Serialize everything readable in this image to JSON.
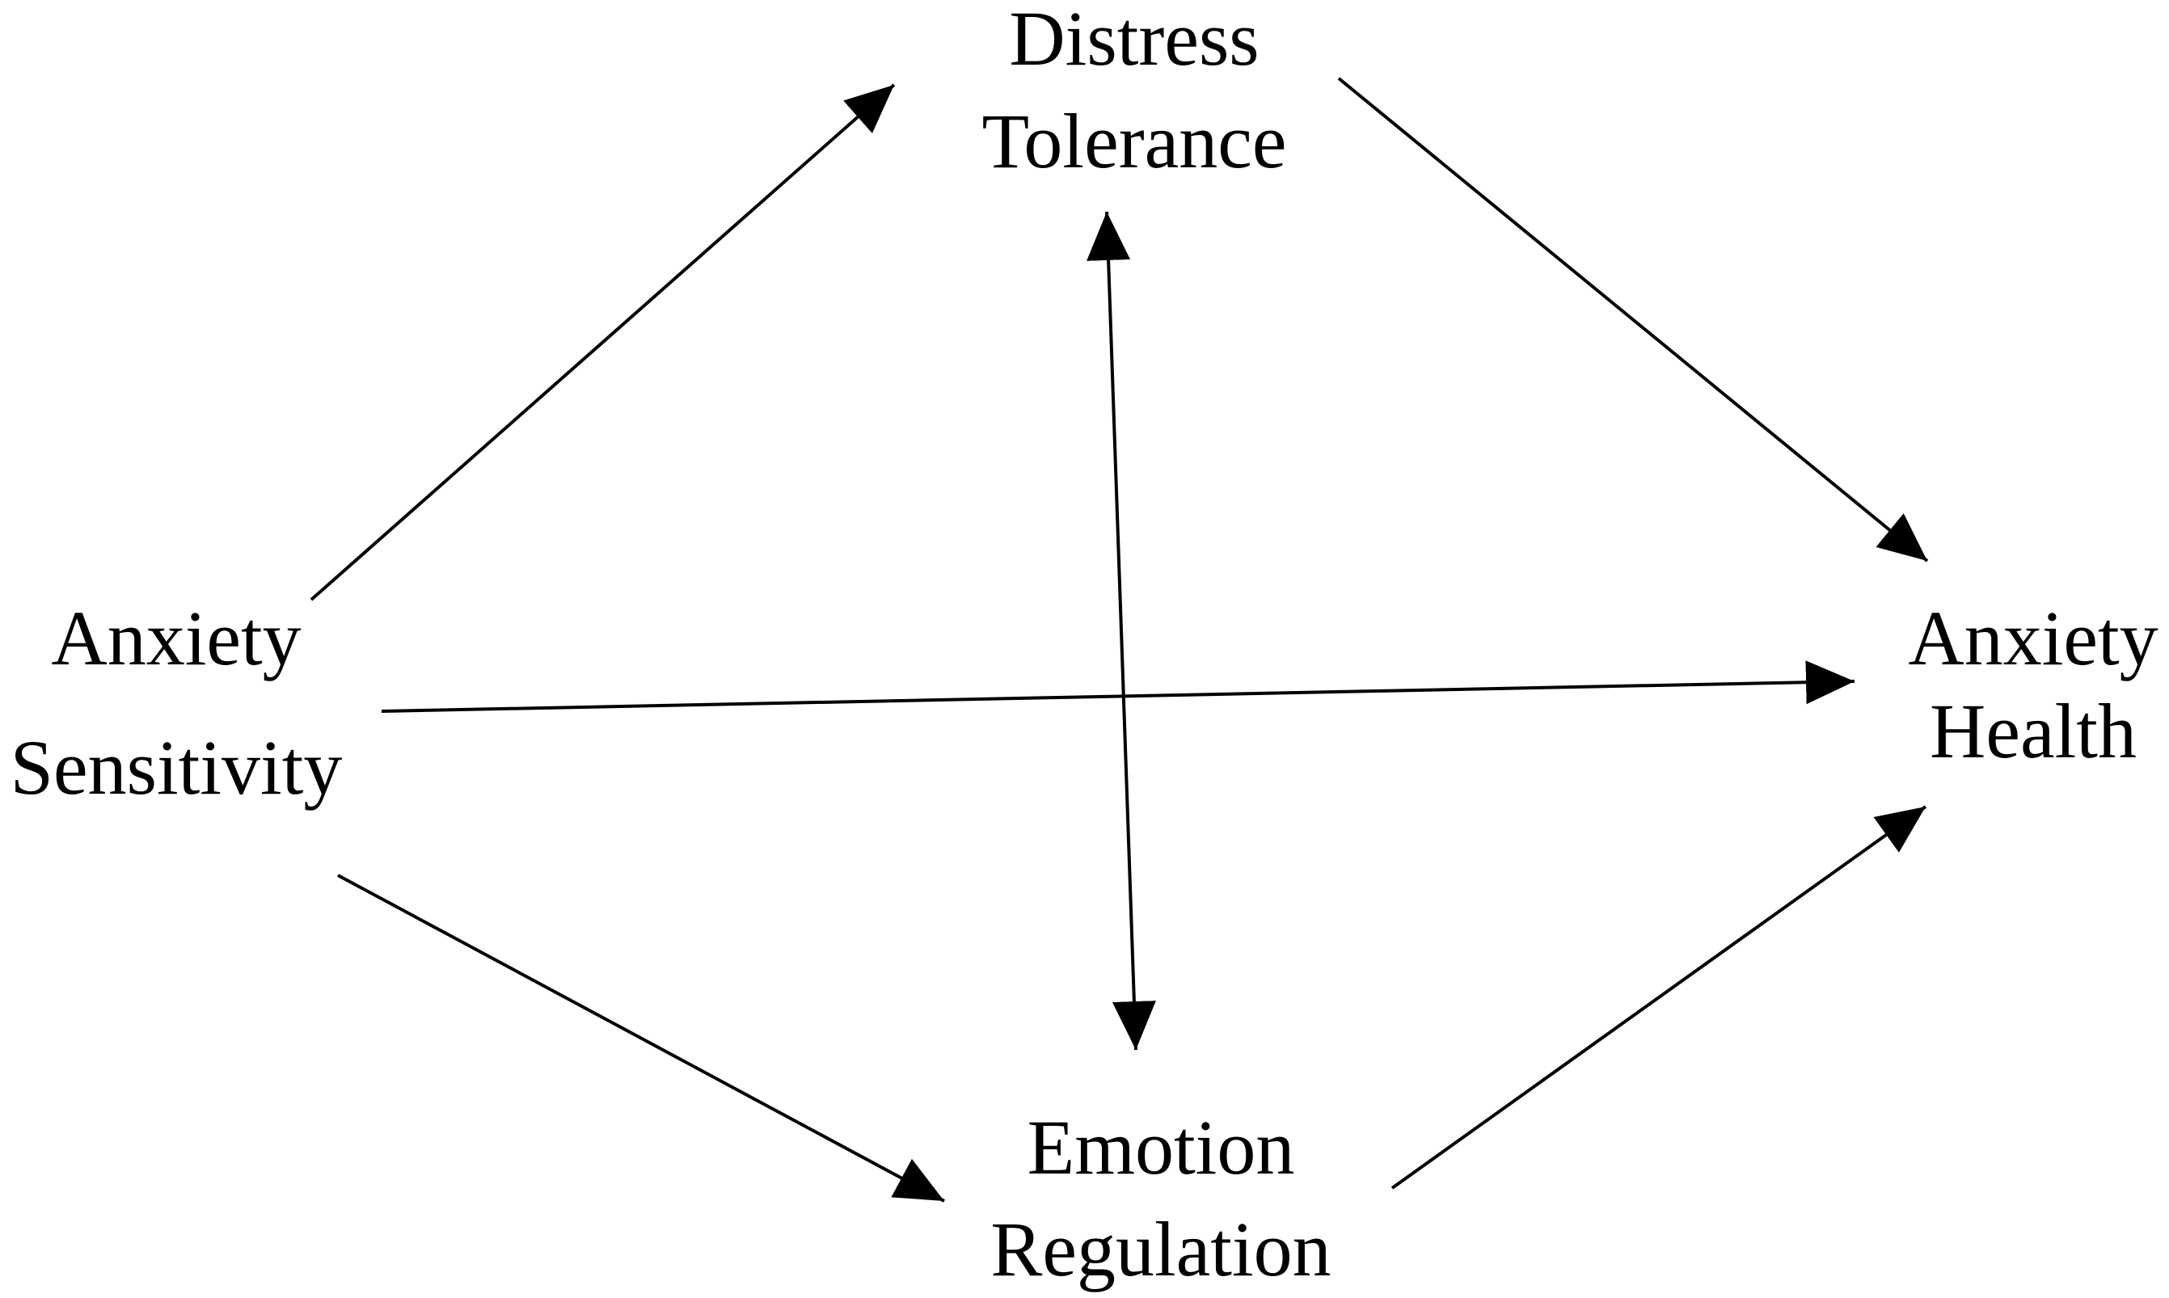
{
  "diagram": {
    "nodes": {
      "anxiety_sensitivity": {
        "line1": "Anxiety",
        "line2": "Sensitivity"
      },
      "distress_tolerance": {
        "line1": "Distress",
        "line2": "Tolerance"
      },
      "emotion_regulation": {
        "line1": "Emotion",
        "line2": "Regulation"
      },
      "anxiety_health": {
        "line1": "Anxiety",
        "line2": "Health"
      }
    },
    "edges": [
      {
        "from": "anxiety_sensitivity",
        "to": "distress_tolerance",
        "direction": "forward"
      },
      {
        "from": "anxiety_sensitivity",
        "to": "anxiety_health",
        "direction": "forward"
      },
      {
        "from": "anxiety_sensitivity",
        "to": "emotion_regulation",
        "direction": "forward"
      },
      {
        "from": "distress_tolerance",
        "to": "anxiety_health",
        "direction": "forward"
      },
      {
        "from": "emotion_regulation",
        "to": "anxiety_health",
        "direction": "forward"
      },
      {
        "from": "distress_tolerance",
        "to": "emotion_regulation",
        "direction": "bidirectional"
      }
    ],
    "colors": {
      "stroke": "#000000",
      "text": "#000000",
      "background": "#ffffff"
    }
  }
}
